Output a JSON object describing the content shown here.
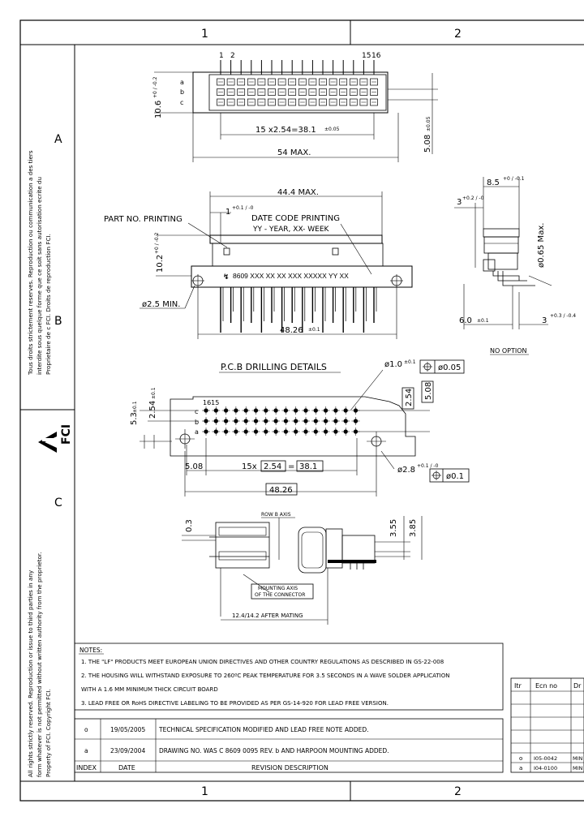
{
  "frame": {
    "zones_top": [
      "1",
      "2"
    ],
    "zones_bottom": [
      "1",
      "2"
    ],
    "zones_left": [
      "A",
      "B",
      "C"
    ]
  },
  "side_notes": {
    "upper": [
      "Tous droits strictement reserves.  Reproduction ou communication a des tiers",
      "interdite sous quelque forme que ce soit sans autorisation ecrite du",
      "Proprietaire de c FCI.  Droits de reproduction FCI."
    ],
    "lower": [
      "All rights strictly reserved.  Reproduction or issue to third parties in any",
      "form whatever is not permitted without written authority from the proprietor.",
      "Property of FCI.  Copyright FCI."
    ],
    "logo": "FCI"
  },
  "top_view": {
    "pin_numbers": [
      "1",
      "2",
      "15",
      "16"
    ],
    "rows": [
      "a",
      "b",
      "c"
    ],
    "height_dim": "10.6",
    "height_tol": "+0 / -0.2",
    "pitch_dim": "15 x2.54=38.1",
    "pitch_tol": "±0.05",
    "side_dim": "5.08",
    "side_tol": "±0.05",
    "width_dim": "54 MAX."
  },
  "front_view": {
    "length_dim": "44.4 MAX.",
    "step_dim": "1",
    "step_tol": "+0.1 / -0",
    "part_label": "PART NO. PRINTING",
    "date_label": "DATE CODE PRINTING",
    "date_format": "YY - YEAR, XX- WEEK",
    "marking": "8609 XXX XX XX XXX XXXXX  YY  XX",
    "height_dim": "10.2",
    "height_tol": "+0 / -0.2",
    "hole_dim": "ø2.5 MIN.",
    "pitch_dim": "48.26",
    "pitch_tol": "±0.1"
  },
  "side_view": {
    "top_dim": "8.5",
    "top_tol": "+0 / -0.1",
    "step_dim": "3",
    "step_tol": "+0.2 / -0",
    "pin_dim": "ø0.65 Max.",
    "base_dim": "6.0",
    "base_tol": "±0.1",
    "lead_dim": "3",
    "lead_tol": "+0.3 / -0.4",
    "caption": "NO OPTION"
  },
  "pcb": {
    "title": "P.C.B  DRILLING  DETAILS",
    "hole_dim": "ø1.0",
    "hole_tol": "±0.1",
    "hole_tp": "ø0.05",
    "pin_labels": "1615",
    "rows": [
      "c",
      "b",
      "a"
    ],
    "row_dim": "2.54",
    "row_dim_tol": "±0.1",
    "edge_dim": "5.3",
    "edge_tol": "±0.1",
    "box_254": "2.54",
    "box_508": "5.08",
    "left_dim": "5.08",
    "pitch_prefix": "15x",
    "pitch_box": "2.54",
    "pitch_eq": "=",
    "pitch_total": "38.1",
    "mount_dim": "ø2.8",
    "mount_tol": "+0.1 / -0",
    "mount_tp": "ø0.1",
    "total_dim": "48.26"
  },
  "mounting": {
    "row_axis": "ROW B AXIS",
    "dim_03": "0.3",
    "dim_355": "3.55",
    "dim_385": "3.85",
    "axis_note_1": "MOUNTING AXIS",
    "axis_note_2": "OF THE CONNECTOR",
    "mating": "12.4/14.2 AFTER MATING"
  },
  "notes": {
    "title": "NOTES:",
    "items": [
      "1. THE \"LF\" PRODUCTS MEET EUROPEAN UNION DIRECTIVES AND OTHER COUNTRY REGULATIONS AS DESCRIBED IN GS-22-008",
      "2. THE HOUSING WILL WITHSTAND EXPOSURE TO 260ºC PEAK TEMPERATURE FOR 3.5 SECONDS IN A WAVE SOLDER APPLICATION",
      "    WITH A 1.6 MM MINIMUM THICK CIRCUIT BOARD",
      "3. LEAD FREE OR RoHS DIRECTIVE LABELING TO BE PROVIDED AS PER GS-14-920 FOR LEAD FREE VERSION."
    ]
  },
  "revisions": {
    "rows": [
      {
        "index": "o",
        "date": "19/05/2005",
        "desc": "TECHNICAL SPECIFICATION MODIFIED AND LEAD FREE NOTE ADDED."
      },
      {
        "index": "a",
        "date": "23/09/2004",
        "desc": "DRAWING NO. WAS C 8609 0095 REV. b AND HARPOON MOUNTING ADDED."
      }
    ],
    "header": {
      "index": "INDEX",
      "date": "DATE",
      "desc": "REVISION  DESCRIPTION"
    }
  },
  "ecn": {
    "header": [
      "Itr",
      "Ecn no",
      "Dr"
    ],
    "rows": [
      [
        "o",
        "I05-0042",
        "MIN"
      ],
      [
        "a",
        "I04-0100",
        "MIN"
      ]
    ]
  }
}
